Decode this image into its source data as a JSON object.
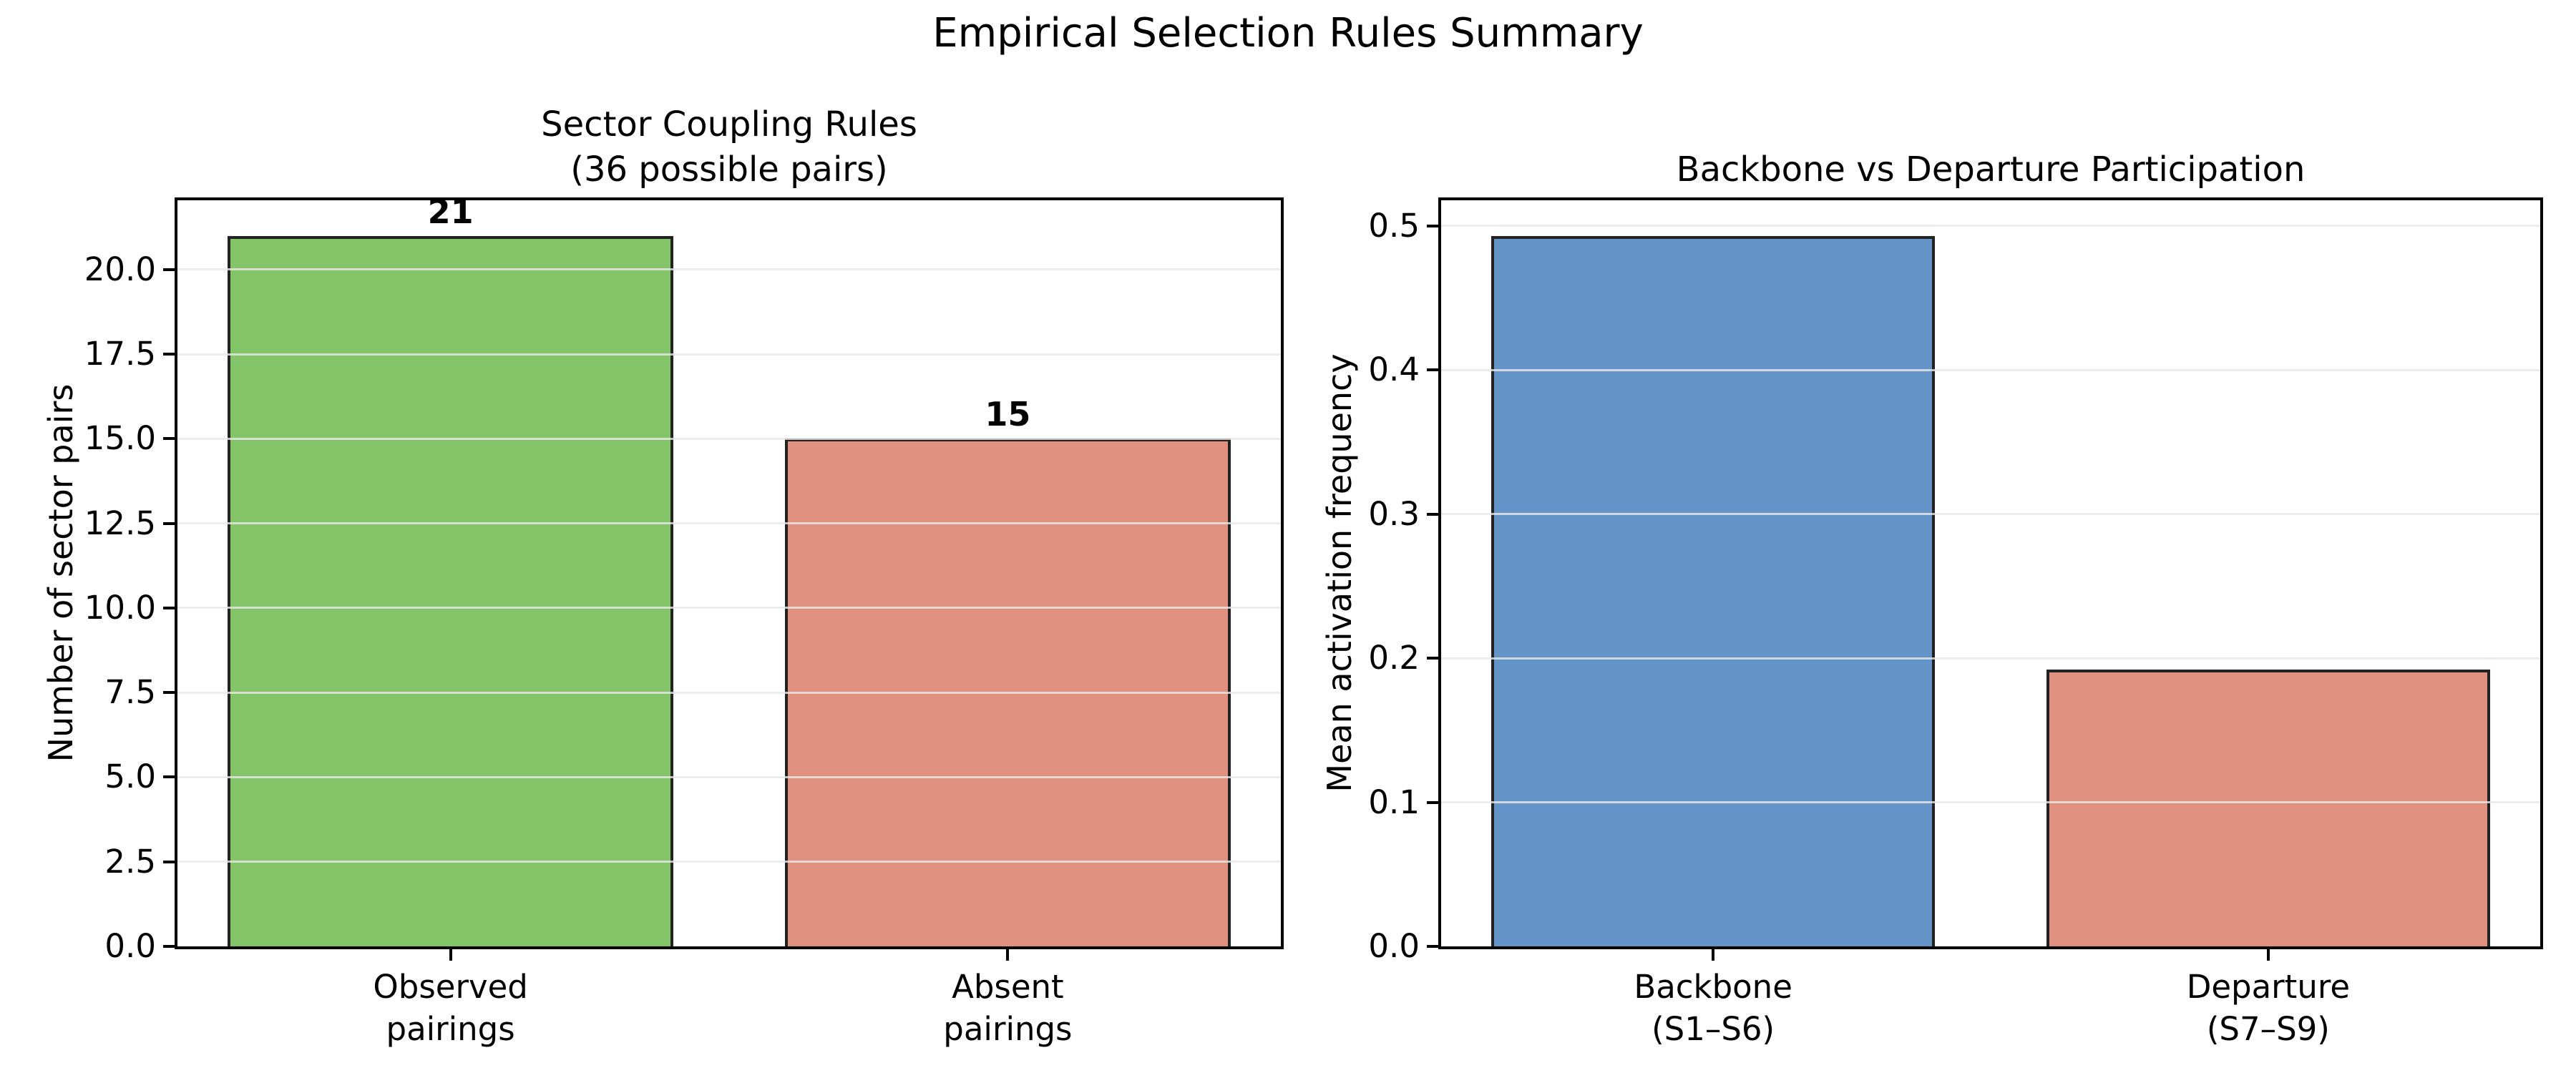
{
  "figure_title": "Empirical Selection Rules Summary",
  "chart_data": [
    {
      "type": "bar",
      "title": "Sector Coupling Rules\n(36 possible pairs)",
      "categories": [
        "Observed\npairings",
        "Absent\npairings"
      ],
      "values": [
        21,
        15
      ],
      "value_labels": [
        "21",
        "15"
      ],
      "bar_colors": [
        "#82c467",
        "#e0907f"
      ],
      "bar_edge_color": "#222222",
      "xlabel": "",
      "ylabel": "Number of sector pairs",
      "ylim": [
        0,
        22.05
      ],
      "yticks": [
        {
          "value": 0,
          "label": "0.0"
        },
        {
          "value": 2.5,
          "label": "2.5"
        },
        {
          "value": 5,
          "label": "5.0"
        },
        {
          "value": 7.5,
          "label": "7.5"
        },
        {
          "value": 10,
          "label": "10.0"
        },
        {
          "value": 12.5,
          "label": "12.5"
        },
        {
          "value": 15,
          "label": "15.0"
        },
        {
          "value": 17.5,
          "label": "17.5"
        },
        {
          "value": 20,
          "label": "20.0"
        }
      ],
      "grid": true,
      "legend": null
    },
    {
      "type": "bar",
      "title": "Backbone vs Departure Participation",
      "categories": [
        "Backbone\n(S1–S6)",
        "Departure\n(S7–S9)"
      ],
      "values": [
        0.493,
        0.192
      ],
      "value_labels": null,
      "bar_colors": [
        "#6393c7",
        "#e0907f"
      ],
      "bar_edge_color": "#222222",
      "xlabel": "",
      "ylabel": "Mean activation frequency",
      "ylim": [
        0,
        0.5177
      ],
      "yticks": [
        {
          "value": 0,
          "label": "0.0"
        },
        {
          "value": 0.1,
          "label": "0.1"
        },
        {
          "value": 0.2,
          "label": "0.2"
        },
        {
          "value": 0.3,
          "label": "0.3"
        },
        {
          "value": 0.4,
          "label": "0.4"
        },
        {
          "value": 0.5,
          "label": "0.5"
        }
      ],
      "grid": true,
      "legend": null
    }
  ]
}
